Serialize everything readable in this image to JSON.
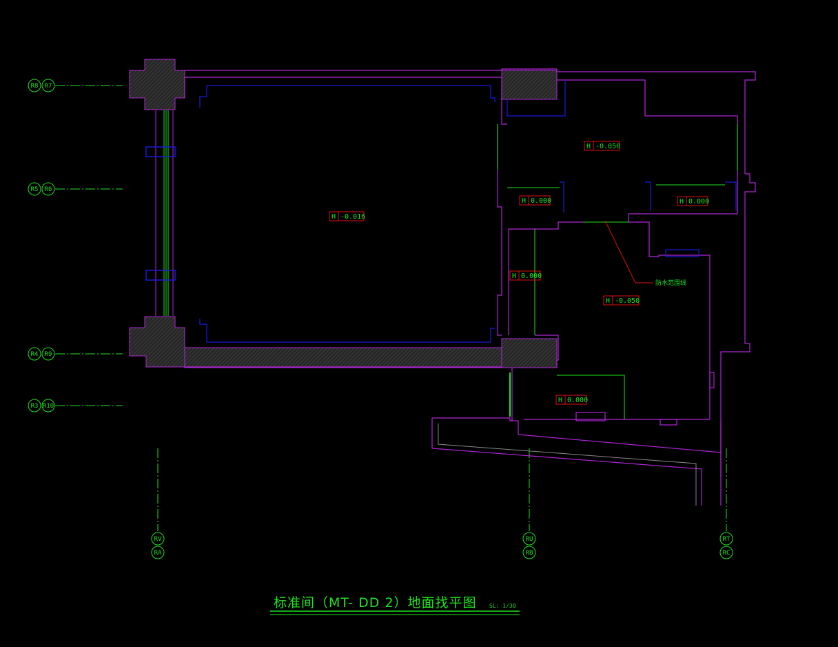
{
  "drawing": {
    "title": "标准间（MT- DD 2）地面找平图",
    "scale": "SL: 1/30",
    "note": "防水范围线"
  },
  "grid_axes": {
    "rows": [
      {
        "left": "R8",
        "right": "R7"
      },
      {
        "left": "R5",
        "right": "R6"
      },
      {
        "left": "R4",
        "right": "R9"
      },
      {
        "left": "R3",
        "right": "R10"
      }
    ],
    "columns": [
      {
        "top": "RV",
        "bottom": "RA"
      },
      {
        "top": "RU",
        "bottom": "RB"
      },
      {
        "top": "RT",
        "bottom": "RC"
      }
    ]
  },
  "level_tags": [
    {
      "prefix": "H",
      "value": "-0.016"
    },
    {
      "prefix": "H",
      "value": "-0.050"
    },
    {
      "prefix": "H",
      "value": "0.000"
    },
    {
      "prefix": "H",
      "value": "0.000"
    },
    {
      "prefix": "H",
      "value": "0.000"
    },
    {
      "prefix": "H",
      "value": "-0.050"
    },
    {
      "prefix": "H",
      "value": "0.000"
    }
  ],
  "colors": {
    "background": "#000000",
    "wall_outline": "#b026d8",
    "inner_line": "#1a1adc",
    "green_line": "#1ee51e",
    "level_box": "#e01010",
    "hatch_fill": "#2a2a2a"
  }
}
